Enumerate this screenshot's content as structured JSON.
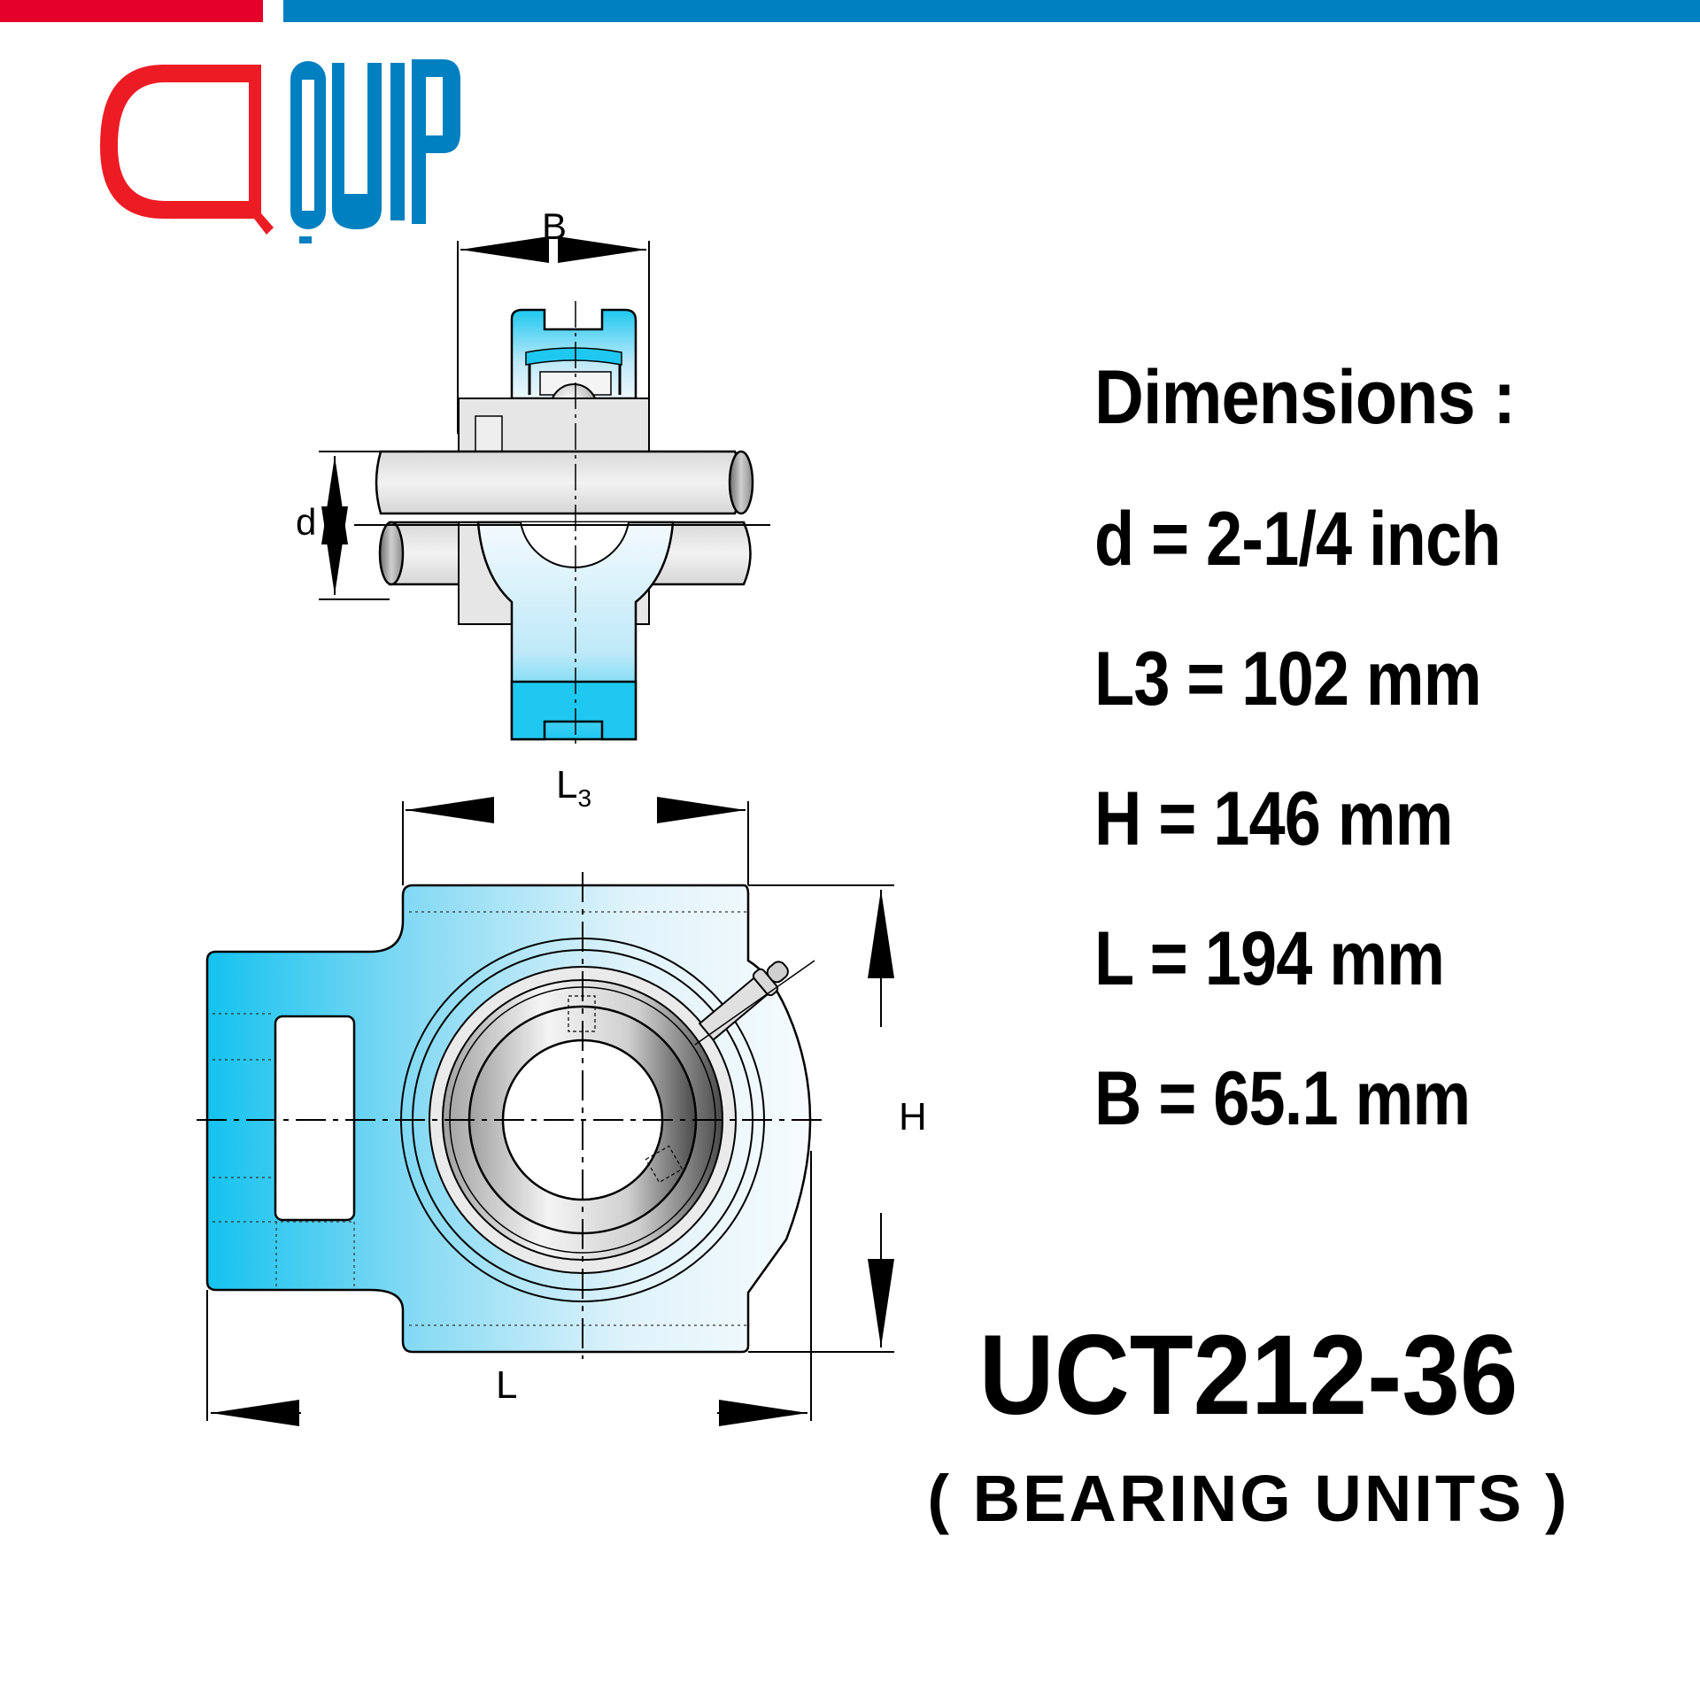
{
  "brand": {
    "logo_text": "QUIP",
    "colors": {
      "red": "#e4002b",
      "blue": "#0080c0",
      "logo_red": "#ed1c24"
    }
  },
  "drawing": {
    "side_view_labels": {
      "width": "B",
      "bore": "d"
    },
    "front_view_labels": {
      "slot_width": "L3",
      "height": "H",
      "length": "L"
    },
    "colors": {
      "housing_blue": "#1ec8f0",
      "housing_light": "#eef7fd",
      "shaft_gray": "#e6e6e6",
      "line": "#000000"
    }
  },
  "specs": {
    "title": "Dimensions :",
    "items": [
      {
        "label": "d = 2-1/4 inch"
      },
      {
        "label": "L3 = 102 mm"
      },
      {
        "label": "H = 146 mm"
      },
      {
        "label": "L = 194 mm"
      },
      {
        "label": "B = 65.1 mm"
      }
    ]
  },
  "product": {
    "model": "UCT212-36",
    "category": "( BEARING UNITS )"
  }
}
